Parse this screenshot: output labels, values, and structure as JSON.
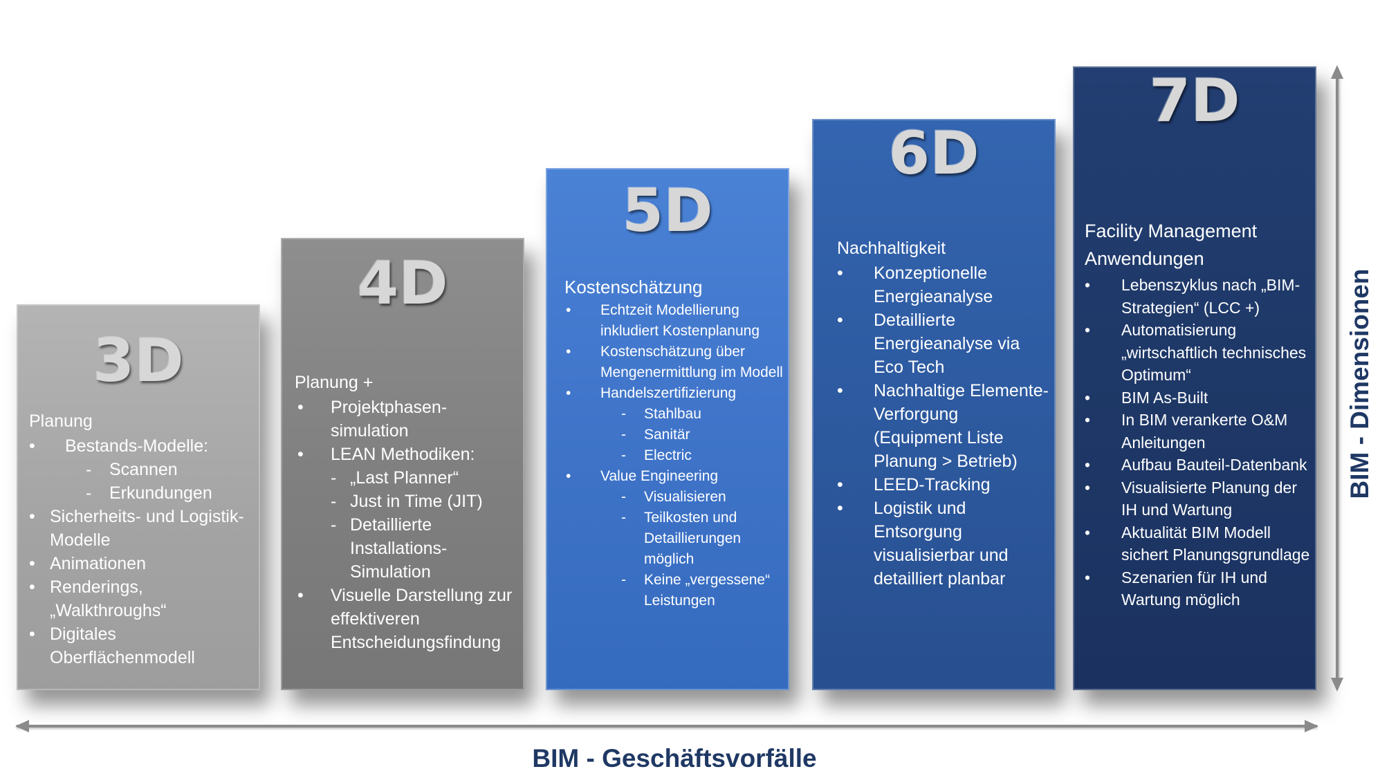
{
  "columns": {
    "d3": {
      "label": "3D",
      "heading": "Planung",
      "items": [
        {
          "bullet": "•",
          "text": "Bestands-Modelle:",
          "indent": true,
          "sub": [
            {
              "dash": "-",
              "text": "Scannen"
            },
            {
              "dash": "-",
              "text": "Erkundungen"
            }
          ]
        },
        {
          "bullet": "•",
          "text": "Sicherheits- und Logistik-Modelle"
        },
        {
          "bullet": "•",
          "text": "Animationen"
        },
        {
          "bullet": "•",
          "text": "Renderings, „Walkthroughs“"
        },
        {
          "bullet": "•",
          "text": "Digitales Oberflächenmodell"
        }
      ]
    },
    "d4": {
      "label": "4D",
      "heading": "Planung +",
      "items": [
        {
          "bullet": "•",
          "text": "Projektphasen-simulation"
        },
        {
          "bullet": "•",
          "text": "LEAN Methodiken:",
          "sub": [
            {
              "dash": "-",
              "text": "„Last Planner“"
            },
            {
              "dash": "-",
              "text": "Just in Time (JIT)"
            },
            {
              "dash": "-",
              "text": "Detaillierte Installations-Simulation"
            }
          ]
        },
        {
          "bullet": "•",
          "text": "Visuelle Darstellung zur effektiveren Entscheidungsfindung"
        }
      ]
    },
    "d5": {
      "label": "5D",
      "heading": "Kostenschätzung",
      "items": [
        {
          "bullet": "•",
          "text": "Echtzeit Modellierung inkludiert Kostenplanung"
        },
        {
          "bullet": "•",
          "text": "Kostenschätzung über Mengenermittlung im Modell"
        },
        {
          "bullet": "•",
          "text": "Handelszertifizierung",
          "sub": [
            {
              "dash": "-",
              "text": "Stahlbau"
            },
            {
              "dash": "-",
              "text": "Sanitär"
            },
            {
              "dash": "-",
              "text": "Electric"
            }
          ]
        },
        {
          "bullet": "•",
          "text": "Value Engineering",
          "sub": [
            {
              "dash": "-",
              "text": "Visualisieren"
            },
            {
              "dash": "-",
              "text": "Teilkosten und Detaillierungen möglich"
            },
            {
              "dash": "-",
              "text": "Keine „vergessene“ Leistungen"
            }
          ]
        }
      ]
    },
    "d6": {
      "label": "6D",
      "heading": "Nachhaltigkeit",
      "items": [
        {
          "bullet": "•",
          "text": "Konzeptionelle Energieanalyse"
        },
        {
          "bullet": "•",
          "text": "Detaillierte Energieanalyse via Eco Tech"
        },
        {
          "bullet": "•",
          "text": "Nachhaltige Elemente-Verforgung (Equipment Liste Planung > Betrieb)"
        },
        {
          "bullet": "•",
          "text": "LEED-Tracking"
        },
        {
          "bullet": "•",
          "text": "Logistik und Entsorgung visualisierbar und detailliert planbar"
        }
      ]
    },
    "d7": {
      "label": "7D",
      "heading": "Facility Management Anwendungen",
      "items": [
        {
          "bullet": "•",
          "text": "Lebenszyklus nach „BIM-Strategien“ (LCC +)"
        },
        {
          "bullet": "•",
          "text": "Automatisierung „wirtschaftlich technisches Optimum“"
        },
        {
          "bullet": "•",
          "text": "BIM As-Built"
        },
        {
          "bullet": "•",
          "text": "In BIM verankerte O&M Anleitungen"
        },
        {
          "bullet": "•",
          "text": "Aufbau Bauteil-Datenbank"
        },
        {
          "bullet": "•",
          "text": "Visualisierte Planung der IH und Wartung"
        },
        {
          "bullet": "•",
          "text": "Aktualität BIM Modell sichert Planungsgrundlage"
        },
        {
          "bullet": "•",
          "text": "Szenarien für IH und Wartung möglich"
        }
      ]
    }
  },
  "axes": {
    "x_label": "BIM - Geschäftsvorfälle",
    "y_label": "BIM - Dimensionen"
  },
  "colors": {
    "d3": "#a6a6a6",
    "d4": "#808080",
    "d5": "#4076cc",
    "d6": "#2e5ca3",
    "d7": "#1f3864",
    "axis_text": "#1f3864",
    "arrow": "#8a8a8a"
  }
}
